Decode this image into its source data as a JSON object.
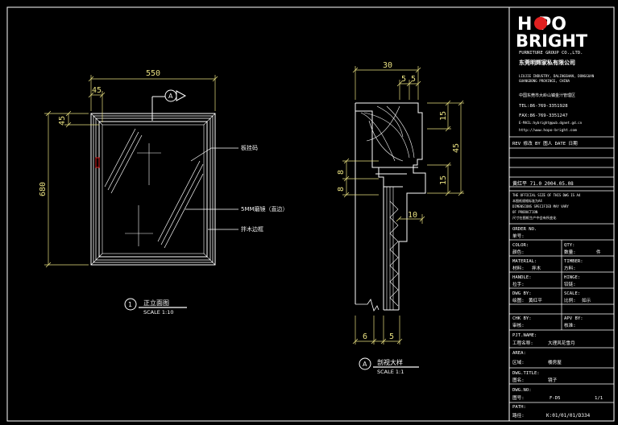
{
  "front_view": {
    "dim_width": "550",
    "dim_left_offset": "45",
    "dim_top_offset": "45",
    "dim_height": "680",
    "callout_letter": "A",
    "note_hook": "板挂码",
    "note_glass": "5MM磨镜（直边）",
    "note_frame": "拌木边框",
    "title_number": "1",
    "title_cn": "正立面图",
    "title_scale": "SCALE 1:10"
  },
  "section_view": {
    "dim_depth": "30",
    "dim_5a": "5",
    "dim_5b": "5",
    "dim_15a": "15",
    "dim_45": "45",
    "dim_15b": "15",
    "dim_8a": "8",
    "dim_8b": "8",
    "dim_10": "10",
    "dim_6": "6",
    "dim_5c": "5",
    "title_letter": "A",
    "title_cn": "剖视大样",
    "title_scale": "SCALE 1:1"
  },
  "title_block": {
    "logo_top": "H  PO",
    "logo_bottom": "BRIGHT",
    "company_en": "FURNITURE GROUP CO.,LTD.",
    "company_cn": "东莞明辉家私有限公司",
    "addr_en_1": "LIUJIE INDUSTRY, DALINGSHAN, DONGGUAN",
    "addr_en_2": "GUANGDONG PROVINCE, CHINA",
    "addr_cn": "中国东莞市大岭山镇金汁管理区",
    "tel": "TEL:86-769-3351928",
    "fax": "FAX:86-769-3351247",
    "email": "E-MAIL:hybright@pub.dgnet.gd.cn",
    "web": "http://www.hopo-bright.com",
    "rev_header": "REV 修改  BY 图人  DATE 日期",
    "designer_row": "黄红平  71.0   2004.05.08",
    "notes_1": "THE OFFICIAL SIZE OF THIS DWG IS A4",
    "notes_2": "本图纸规格标准为A4",
    "notes_3": "DIMENSIONS SPECIFIED MAY VARY",
    "notes_4": "OF PRODUCTION",
    "notes_5": "尺寸在图纸生产中会有所变化",
    "order_no": "ORDER NO.",
    "order_cn": "单号:",
    "color": "COLOR:",
    "color_cn": "颜色:",
    "qty": "QTY:",
    "qty_cn": "数量:",
    "qty_val": "件",
    "material": "MATERIAL:",
    "material_cn": "材料:",
    "material_val": "拌木",
    "timber": "TIMBER:",
    "timber_cn": "方料:",
    "handle": "HANDLE:",
    "handle_cn": "拉手:",
    "hinge": "HINGE:",
    "hinge_cn": "铰链:",
    "dwg_by": "DWG BY:",
    "dwg_by_cn": "绘图:",
    "dwg_by_val": "黄红平",
    "scale": "SCALE:",
    "scale_cn": "比例:",
    "scale_val": "如示",
    "chk_by": "CHK BY:",
    "chk_by_cn": "审核:",
    "apv_by": "APV BY:",
    "apv_by_cn": "核准:",
    "pjt_name": "PJT.NAME:",
    "pjt_cn": "工程名称:",
    "pjt_val": "大理风花雪月",
    "area": "AREA:",
    "area_cn": "区域:",
    "area_val": "楼房屋",
    "dwg_title": "DWG.TITLE:",
    "dwg_title_cn": "图名:",
    "dwg_title_val": "镜子",
    "dwg_no": "DWG.NO:",
    "dwg_no_cn": "图号:",
    "dwg_no_val": "F-D5",
    "sheet": "1/1",
    "path_label": "PATH:",
    "path_cn": "路径:",
    "path_val": "K:01/01/01/D334"
  },
  "colors": {
    "background": "#000000",
    "frame_line": "#ffffff",
    "dimension": "#e8e080",
    "leader": "#ffffff",
    "accent": "#e02020"
  }
}
